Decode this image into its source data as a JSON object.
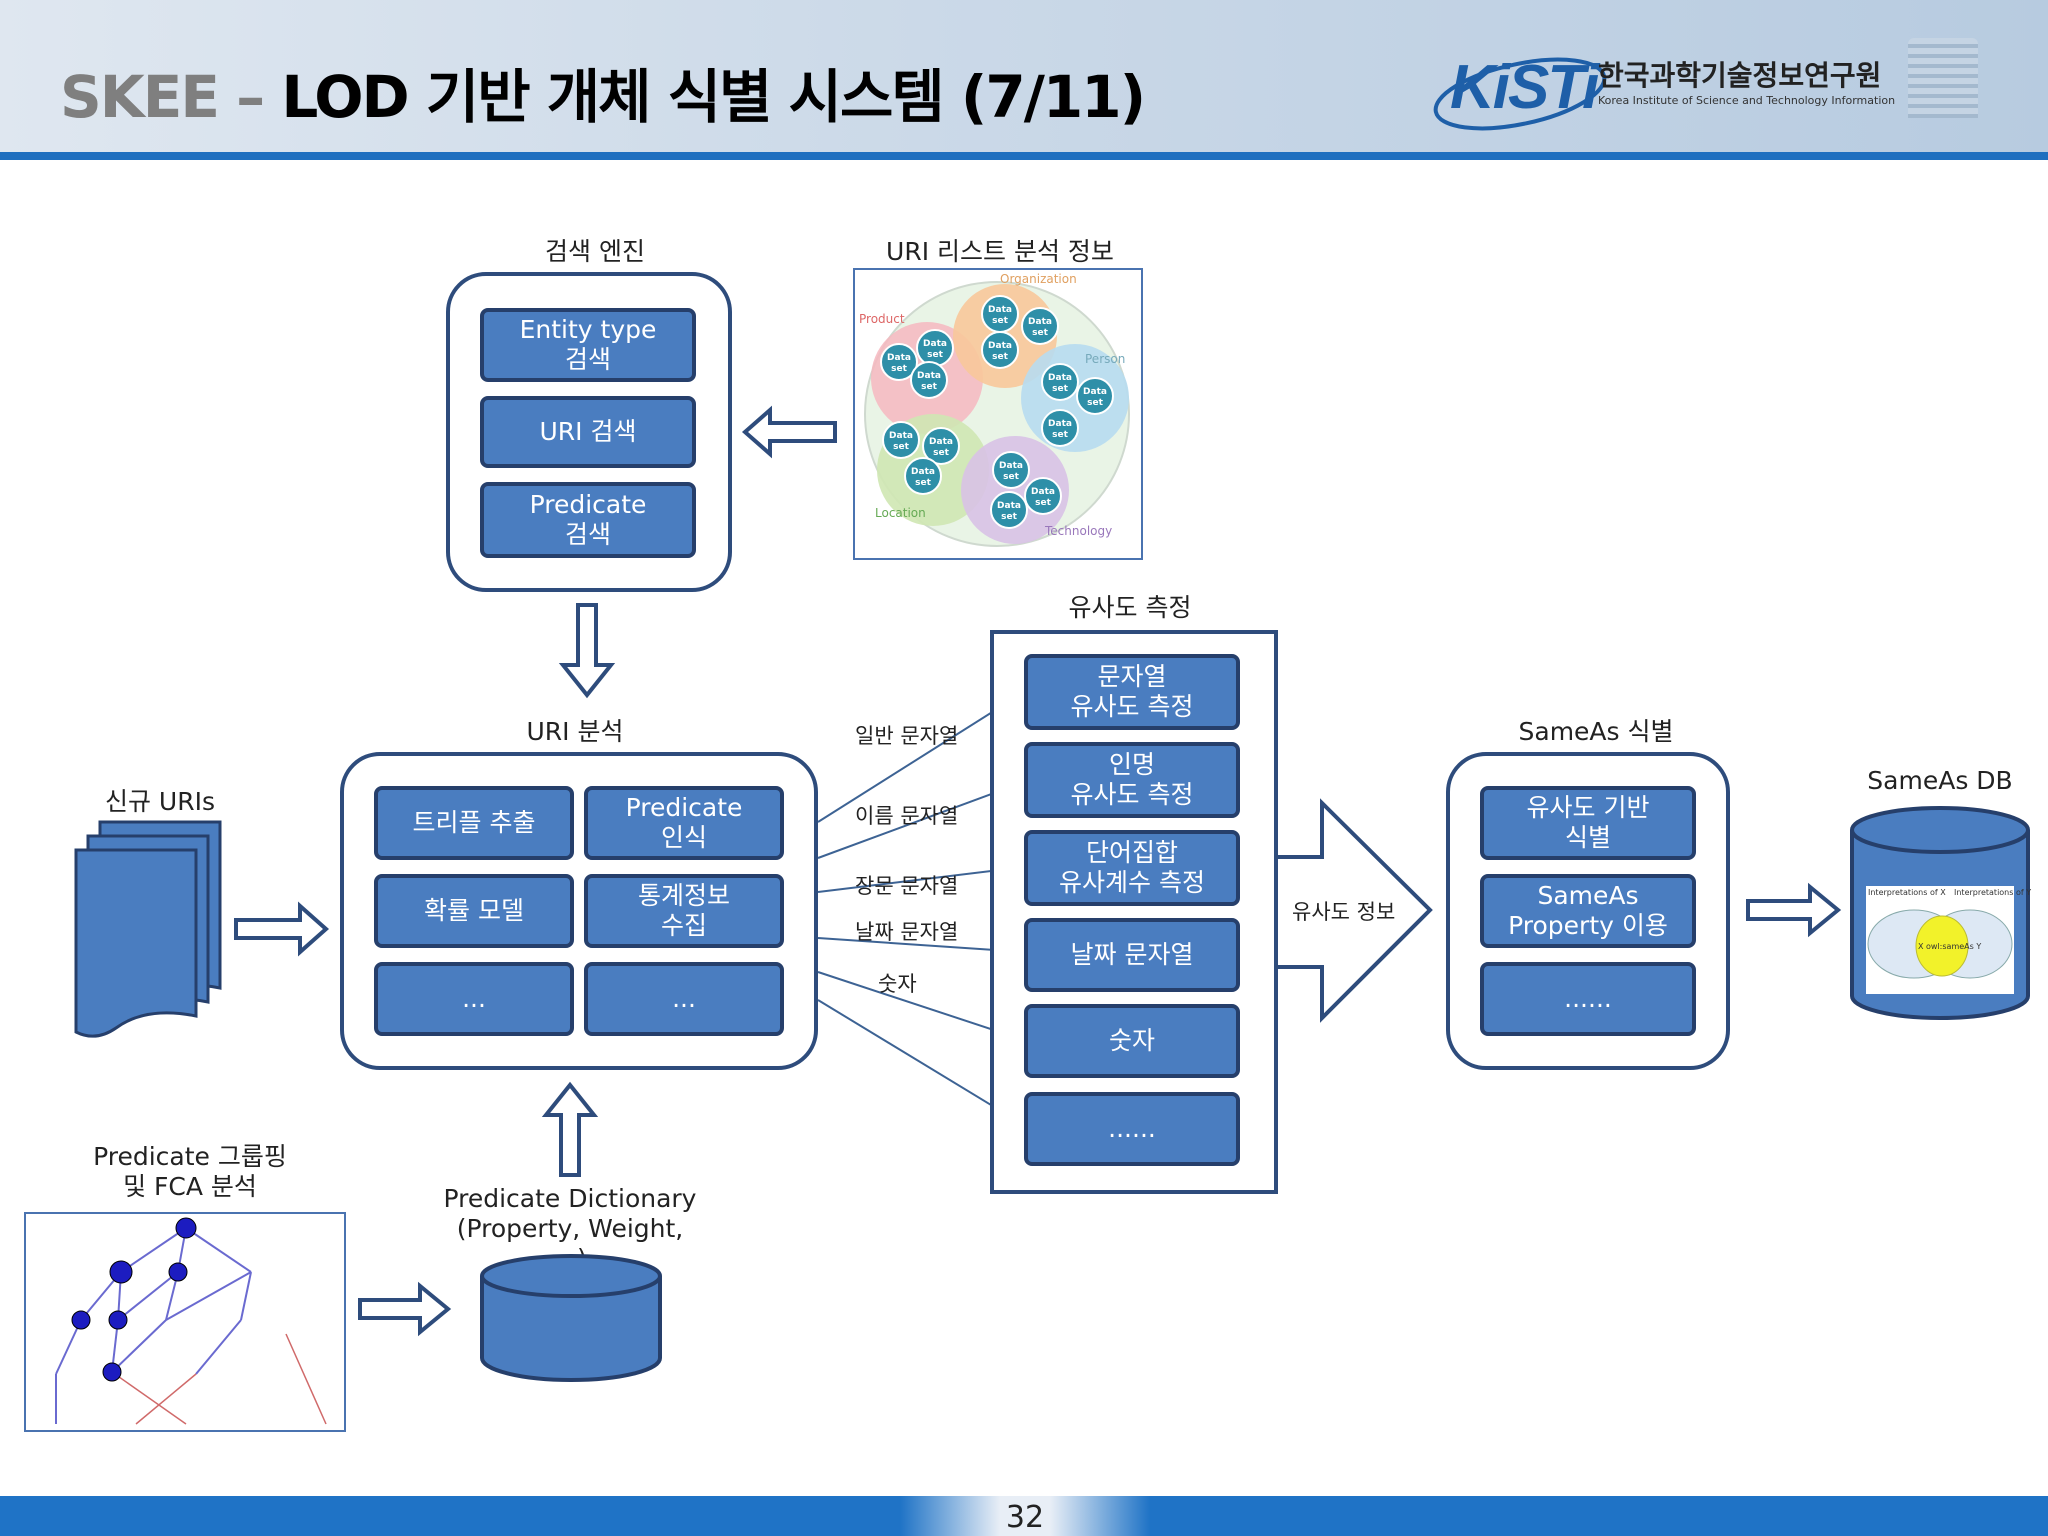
{
  "header": {
    "title_prefix": "SKEE – ",
    "title_main": "LOD 기반 개체 식별 시스템 (7/11)",
    "logo_text": "KiSTi",
    "logo_korean": "한국과학기술정보연구원",
    "logo_english": "Korea Institute of Science and Technology Information"
  },
  "search_engine": {
    "title": "검색 엔진",
    "items": [
      "Entity type\n검색",
      "URI 검색",
      "Predicate\n검색"
    ]
  },
  "uri_list": {
    "title": "URI 리스트 분석 정보",
    "groups": [
      "Organization",
      "Product",
      "Person",
      "Location",
      "Technology"
    ],
    "bubble_label": "Data\nset"
  },
  "uri_analysis": {
    "title": "URI 분석",
    "items": [
      "트리플 추출",
      "Predicate\n인식",
      "확률 모델",
      "통계정보\n수집",
      "...",
      "..."
    ]
  },
  "new_uris": {
    "label": "신규 URIs"
  },
  "similarity": {
    "title": "유사도 측정",
    "items": [
      "문자열\n유사도 측정",
      "인명\n유사도 측정",
      "단어집합\n유사계수 측정",
      "날짜 문자열",
      "숫자",
      "......"
    ],
    "arrow_label": "유사도 정보"
  },
  "string_types": [
    "일반 문자열",
    "이름 문자열",
    "장문 문자열",
    "날짜 문자열",
    "숫자"
  ],
  "sameas": {
    "title": "SameAs 식별",
    "items": [
      "유사도 기반\n식별",
      "SameAs\nProperty 이용",
      "......"
    ]
  },
  "sameas_db": {
    "label": "SameAs DB",
    "inner_left": "Interpretations of X",
    "inner_right": "Interpretations of Y",
    "inner_center": "X owl:sameAs Y"
  },
  "predicate_grouping": {
    "label": "Predicate 그룹핑\n및 FCA 분석"
  },
  "predicate_dictionary": {
    "label": "Predicate Dictionary\n(Property, Weight, ...)"
  },
  "footer": {
    "page_number": "32"
  },
  "colors": {
    "box_fill": "#4a7dc0",
    "box_border": "#263f6b",
    "container_border": "#2e4c7c",
    "header_line": "#1f6fbf"
  }
}
